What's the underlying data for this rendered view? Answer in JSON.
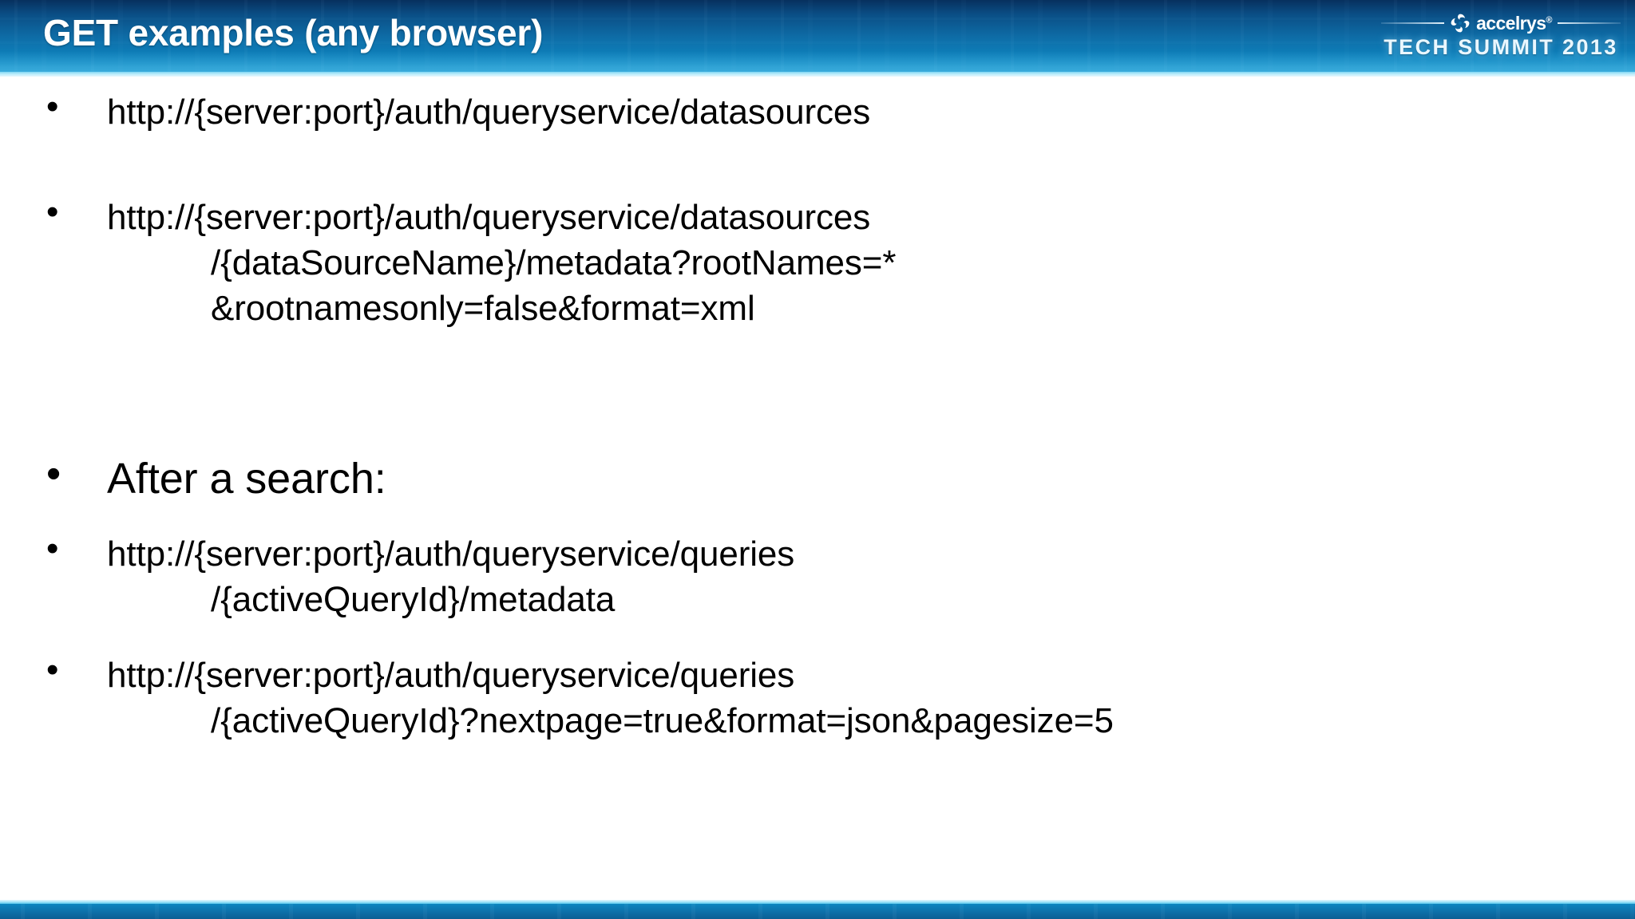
{
  "slide": {
    "title": "GET examples (any browser)",
    "brand": {
      "logo_icon": "accelrys-spiral-icon",
      "company": "accelrys",
      "trademark": "®",
      "event": "TECH SUMMIT 2013"
    },
    "colors": {
      "header_dark": "#07305e",
      "header_mid": "#0e6ca6",
      "header_light": "#1596cf",
      "accent_cyan": "#7fd6f2",
      "body_text": "#000000",
      "slide_background": "#ffffff"
    },
    "bullets": [
      {
        "id": "bullet-datasources-list",
        "marker": "•",
        "size": "normal",
        "lines": [
          {
            "text": "http://{server:port}/auth/queryservice/datasources",
            "indent": false
          }
        ]
      },
      {
        "id": "bullet-datasource-metadata",
        "marker": "•",
        "size": "normal",
        "lines": [
          {
            "text": "http://{server:port}/auth/queryservice/datasources",
            "indent": false
          },
          {
            "text": "/{dataSourceName}/metadata?rootNames=*",
            "indent": true
          },
          {
            "text": "&rootnamesonly=false&format=xml",
            "indent": true
          }
        ]
      },
      {
        "id": "bullet-after-a-search",
        "marker": "•",
        "size": "big",
        "lines": [
          {
            "text": "After a search:",
            "indent": false
          }
        ]
      },
      {
        "id": "bullet-query-metadata",
        "marker": "•",
        "size": "normal",
        "lines": [
          {
            "text": "http://{server:port}/auth/queryservice/queries",
            "indent": false
          },
          {
            "text": "/{activeQueryId}/metadata",
            "indent": true
          }
        ]
      },
      {
        "id": "bullet-query-nextpage",
        "marker": "•",
        "size": "normal",
        "lines": [
          {
            "text": "http://{server:port}/auth/queryservice/queries",
            "indent": false
          },
          {
            "text": "/{activeQueryId}?nextpage=true&format=json&pagesize=5",
            "indent": true
          }
        ]
      }
    ]
  }
}
